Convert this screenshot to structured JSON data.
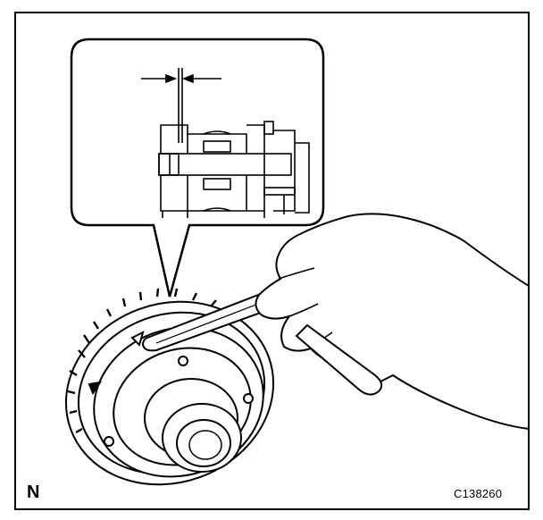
{
  "labels": {
    "orientation": "N",
    "figure_code": "C138260"
  },
  "icons": {
    "callout": "detail-callout",
    "gauge": "feeler-gauge",
    "gear": "sprocket-assembly",
    "hand": "hand"
  },
  "colors": {
    "line": "#000000",
    "background": "#ffffff",
    "shade": "#d9d9d9"
  }
}
